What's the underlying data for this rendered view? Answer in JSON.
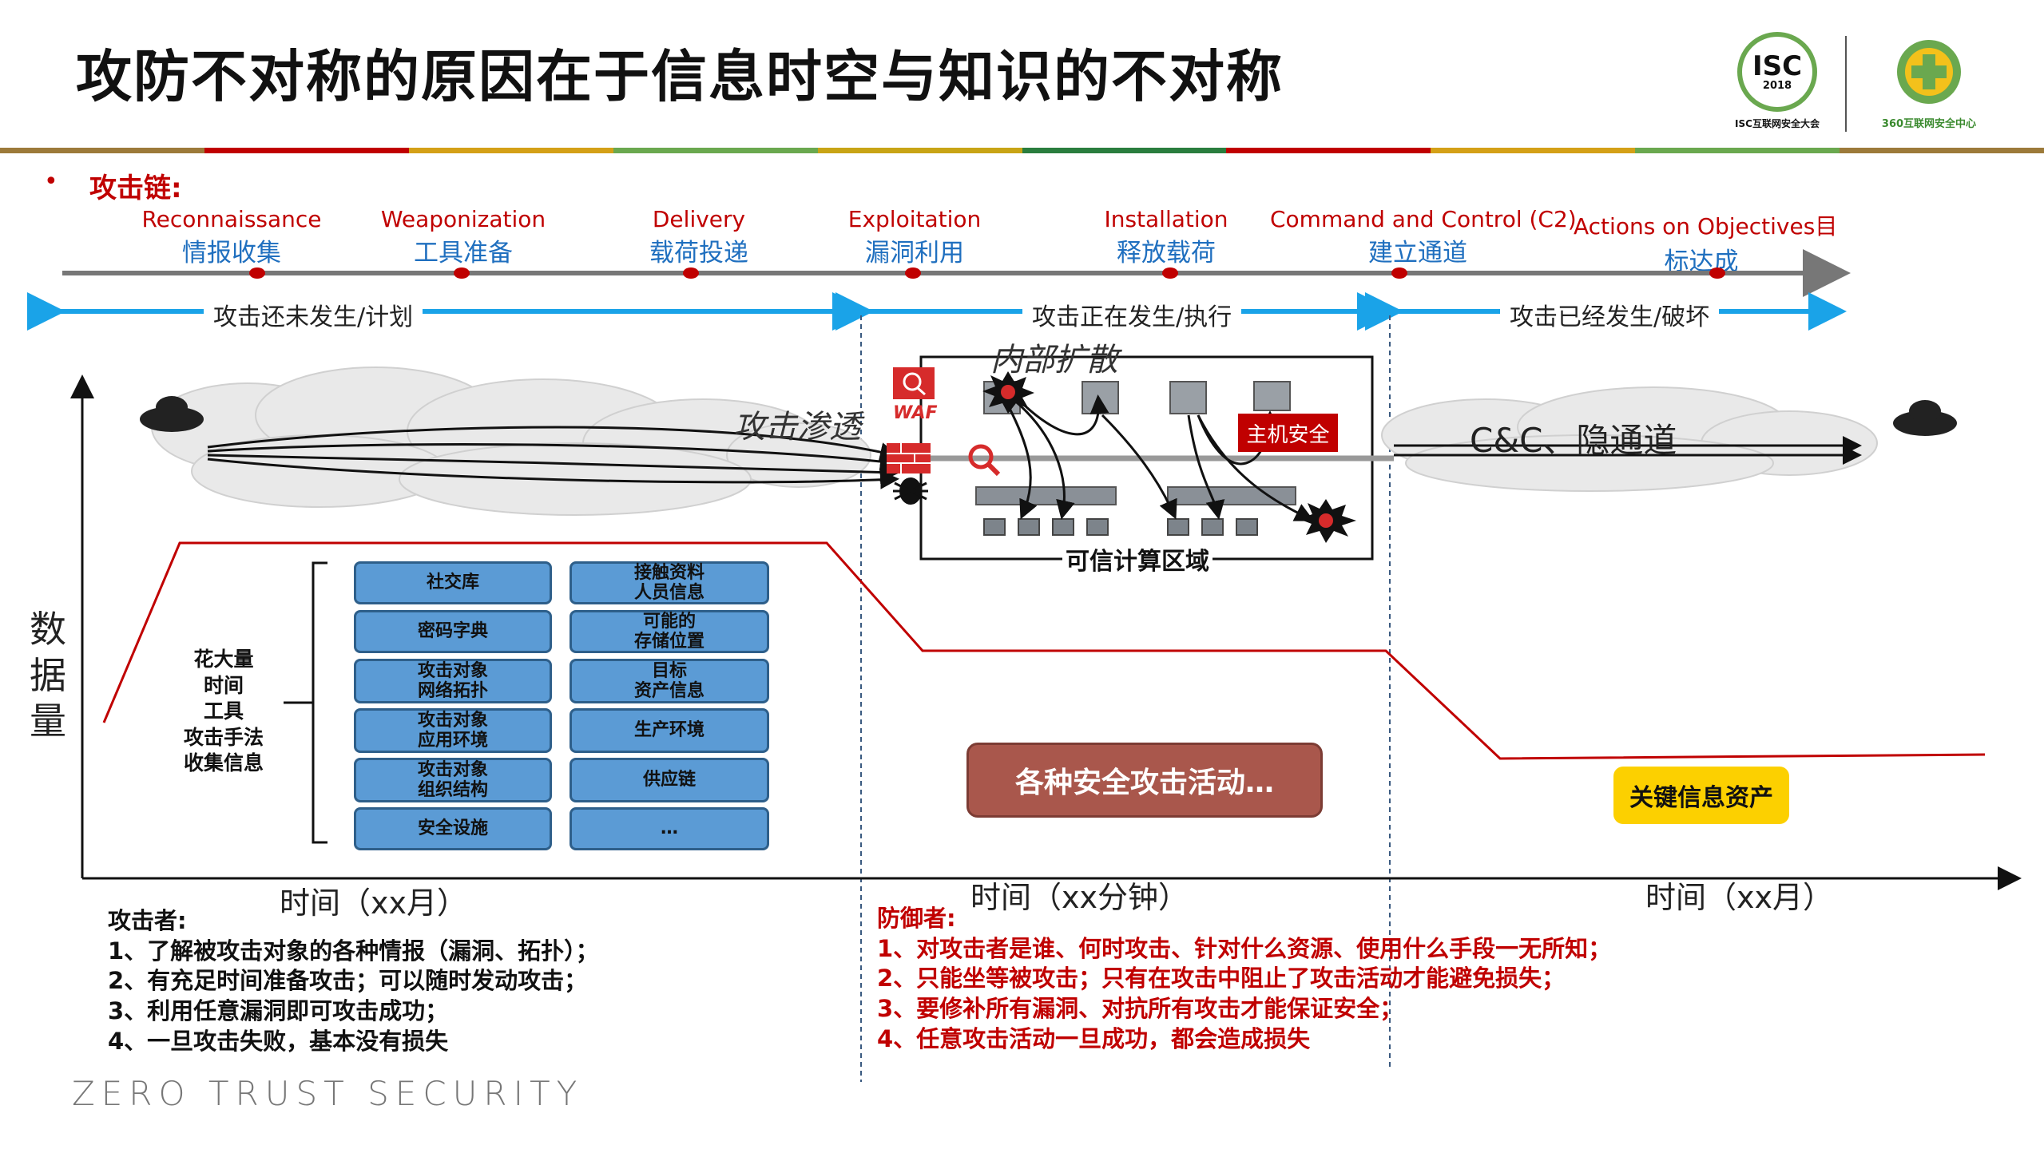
{
  "header": {
    "title": "攻防不对称的原因在于信息时空与知识的不对称",
    "isc_logo_text": "ISC",
    "isc_year": "2018",
    "isc_caption": "ISC互联网安全大会",
    "logo360_caption": "360互联网安全中心",
    "stripe_colors": [
      "#9c7a3a",
      "#c00000",
      "#d4a017",
      "#6aa84f",
      "#c8a415",
      "#2a7d3e",
      "#c00000",
      "#d4a017",
      "#6aa84f",
      "#9c7a3a"
    ]
  },
  "section": {
    "bullet": "•",
    "label": "攻击链:"
  },
  "stages": [
    {
      "en": "Reconnaissance",
      "zh": "情报收集"
    },
    {
      "en": "Weaponization",
      "zh": "工具准备"
    },
    {
      "en": "Delivery",
      "zh": "载荷投递"
    },
    {
      "en": "Exploitation",
      "zh": "漏洞利用"
    },
    {
      "en": "Installation",
      "zh": "释放载荷"
    },
    {
      "en": "Command and Control (C2)",
      "zh": "建立通道"
    },
    {
      "en": "Actions on Objectives目",
      "zh": "标达成"
    }
  ],
  "phases": [
    "攻击还未发生/计划",
    "攻击正在发生/执行",
    "攻击已经发生/破坏"
  ],
  "diagram": {
    "lateral_movement": "内部扩散",
    "penetration": "攻击渗透",
    "waf": "WAF",
    "host_security": "主机安全",
    "trusted_zone": "可信计算区域",
    "c2_channel": "C&C、隐通道"
  },
  "y_axis_label": [
    "数",
    "据",
    "量"
  ],
  "effort_text": [
    "花大量",
    "时间",
    "工具",
    "攻击手法",
    "收集信息"
  ],
  "info_items_left": [
    "社交库",
    "密码字典",
    "攻击对象\n网络拓扑",
    "攻击对象\n应用环境",
    "攻击对象\n组织结构",
    "安全设施"
  ],
  "info_items_right": [
    "接触资料\n人员信息",
    "可能的\n存储位置",
    "目标\n资产信息",
    "生产环境",
    "供应链",
    "…"
  ],
  "activity_box": "各种安全攻击活动…",
  "key_asset_box": "关键信息资产",
  "time_labels": [
    "时间（xx月）",
    "时间（xx分钟）",
    "时间（xx月）"
  ],
  "attacker": {
    "title": "攻击者:",
    "points": [
      "1、了解被攻击对象的各种情报（漏洞、拓扑）；",
      "2、有充足时间准备攻击；可以随时发动攻击；",
      "3、利用任意漏洞即可攻击成功；",
      "4、一旦攻击失败，基本没有损失"
    ]
  },
  "defender": {
    "title": "防御者:",
    "points": [
      "1、对攻击者是谁、何时攻击、针对什么资源、使用什么手段一无所知；",
      "2、只能坐等被攻击；只有在攻击中阻止了攻击活动才能避免损失；",
      "3、要修补所有漏洞、对抗所有攻击才能保证安全；",
      "4、任意攻击活动一旦成功，都会造成损失"
    ]
  },
  "footer": "ZERO TRUST SECURITY",
  "colors": {
    "accent_red": "#c00000",
    "blue": "#1f6fbf",
    "arrow_blue": "#1aa3e8",
    "box_blue": "#5b9bd5",
    "brown": "#a9574c",
    "yellow": "#fcd000"
  }
}
